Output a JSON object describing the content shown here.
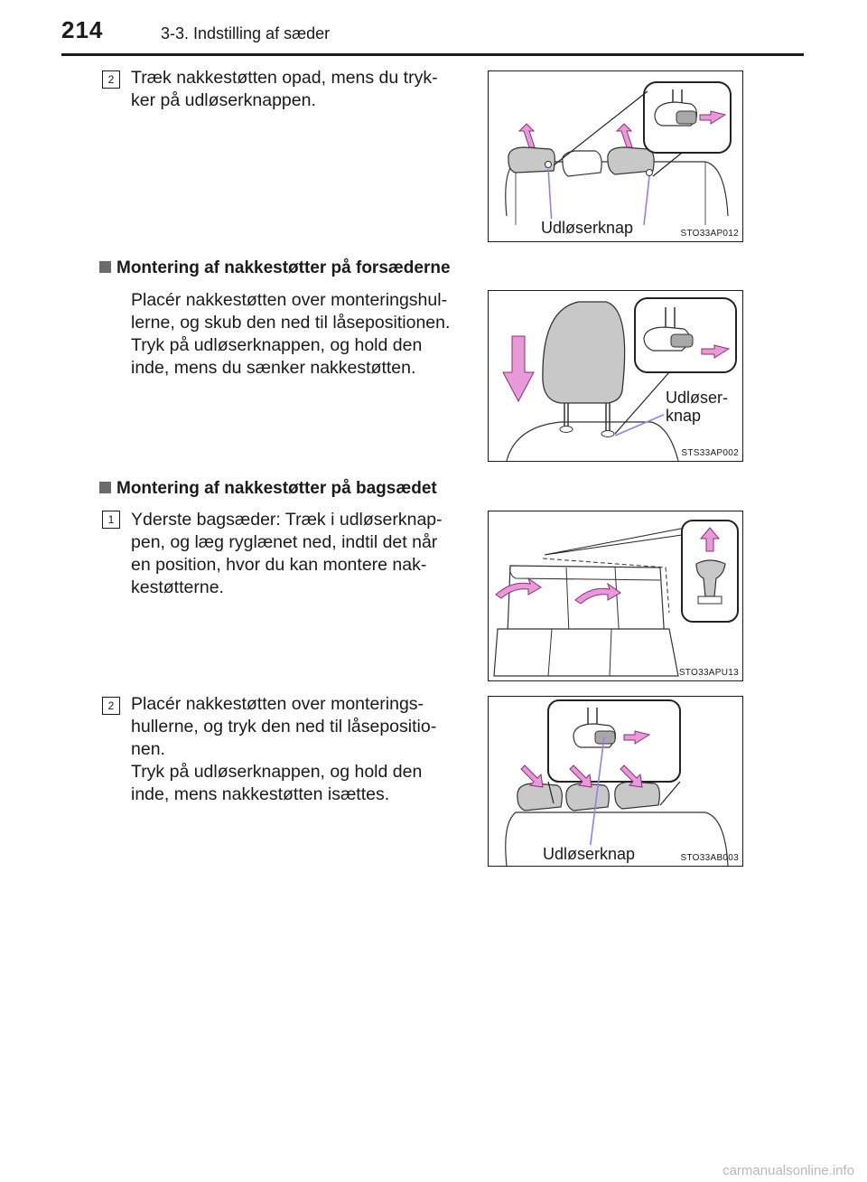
{
  "header": {
    "page_number": "214",
    "section_title": "3-3. Indstilling af sæder"
  },
  "blocks": {
    "step_a": {
      "badge": "2",
      "text": "Træk nakkestøtten opad, mens du tryk-\nker på udløserknappen.",
      "figure_label": "Udløserknap",
      "figure_code": "STO33AP012"
    },
    "front": {
      "heading": "Montering af nakkestøtter på forsæderne",
      "text": "Placér nakkestøtten over monteringshul-\nlerne, og skub den ned til låsepositionen.\nTryk på udløserknappen, og hold den\ninde, mens du sænker nakkestøtten.",
      "figure_label_line1": "Udløser-",
      "figure_label_line2": "knap",
      "figure_code": "STS33AP002"
    },
    "rear": {
      "heading": "Montering af nakkestøtter på bagsædet",
      "step_1": {
        "badge": "1",
        "text": "Yderste bagsæder: Træk i udløserknap-\npen, og læg ryglænet ned, indtil det når\nen position, hvor du kan montere nak-\nkestøtterne.",
        "figure_code": "STO33APU13"
      },
      "step_2": {
        "badge": "2",
        "text": "Placér nakkestøtten over monterings-\nhullerne, og tryk den ned til låsepositio-\nnen.\nTryk på udløserknappen, og hold den\ninde, mens nakkestøtten isættes.",
        "figure_label": "Udløserknap",
        "figure_code": "STO33AB003"
      }
    }
  },
  "footer": {
    "watermark": "carmanualsonline.info"
  },
  "colors": {
    "arrow_fill": "#e89ad8",
    "arrow_stroke": "#8a2f7a",
    "pointer_line": "#9a7cf0",
    "headrest_fill": "#c8c8c8",
    "heading_square": "#6b6b6b"
  }
}
